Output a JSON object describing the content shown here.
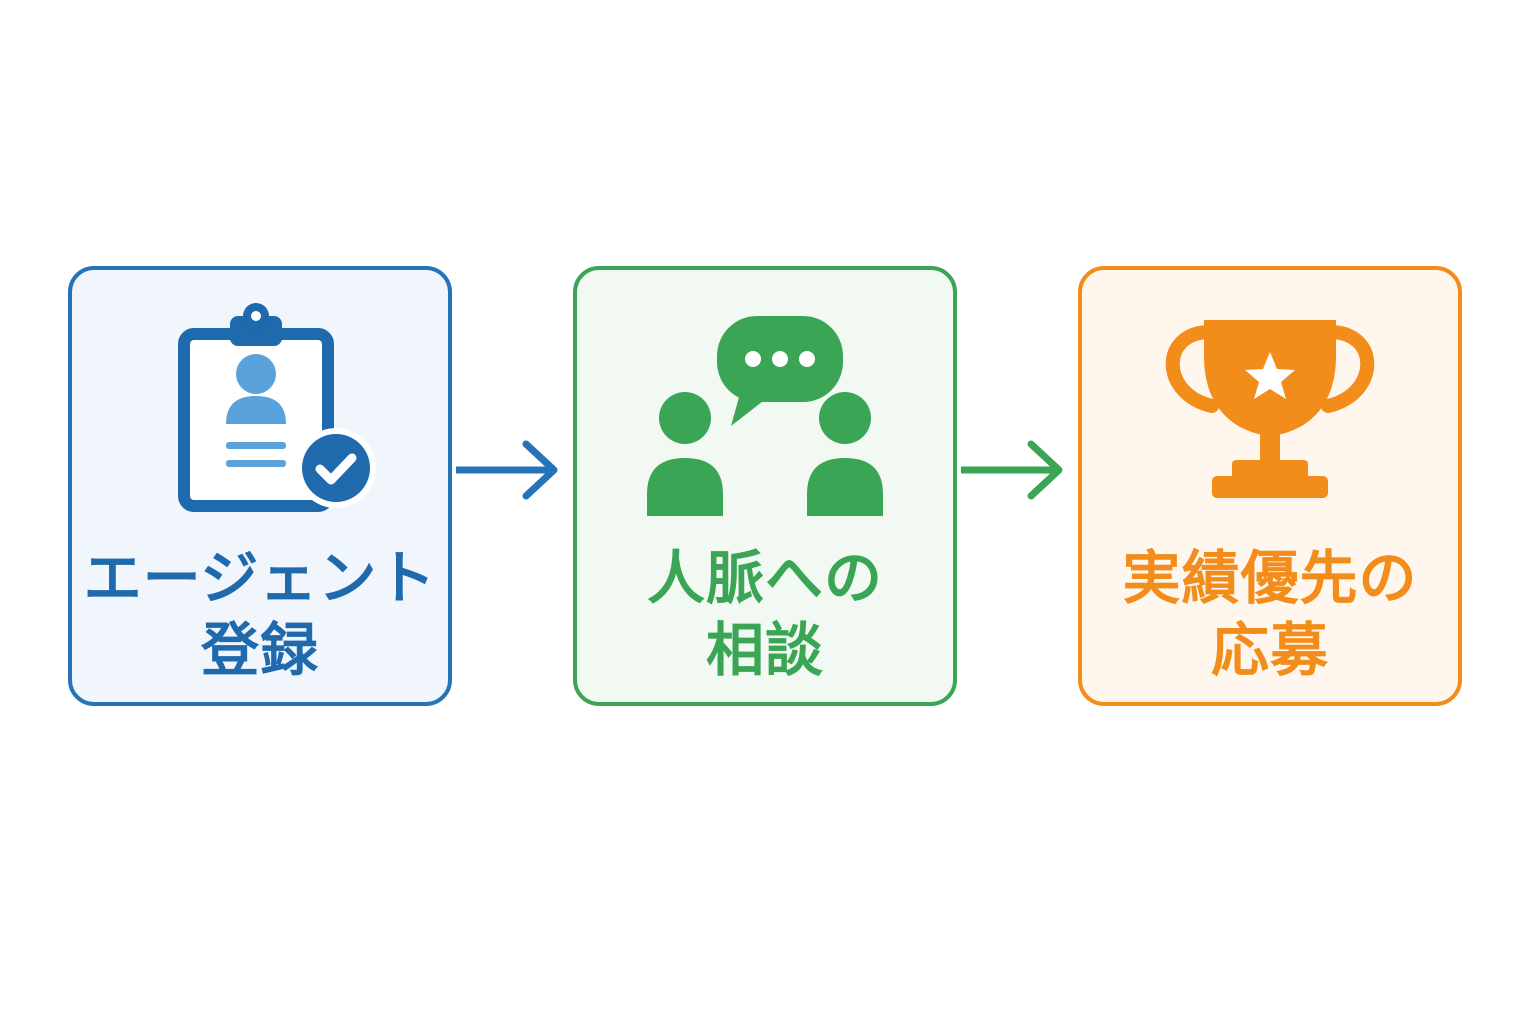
{
  "colors": {
    "step1": "#2573b8",
    "step2": "#3aa655",
    "step3": "#f28c1a"
  },
  "steps": [
    {
      "icon": "clipboard-profile-check-icon",
      "label_line1": "エージェント",
      "label_line2": "登録"
    },
    {
      "icon": "people-conversation-icon",
      "label_line1": "人脈への",
      "label_line2": "相談"
    },
    {
      "icon": "trophy-star-icon",
      "label_line1": "実績優先の",
      "label_line2": "応募"
    }
  ],
  "arrows": [
    "arrow-right-icon",
    "arrow-right-icon"
  ]
}
